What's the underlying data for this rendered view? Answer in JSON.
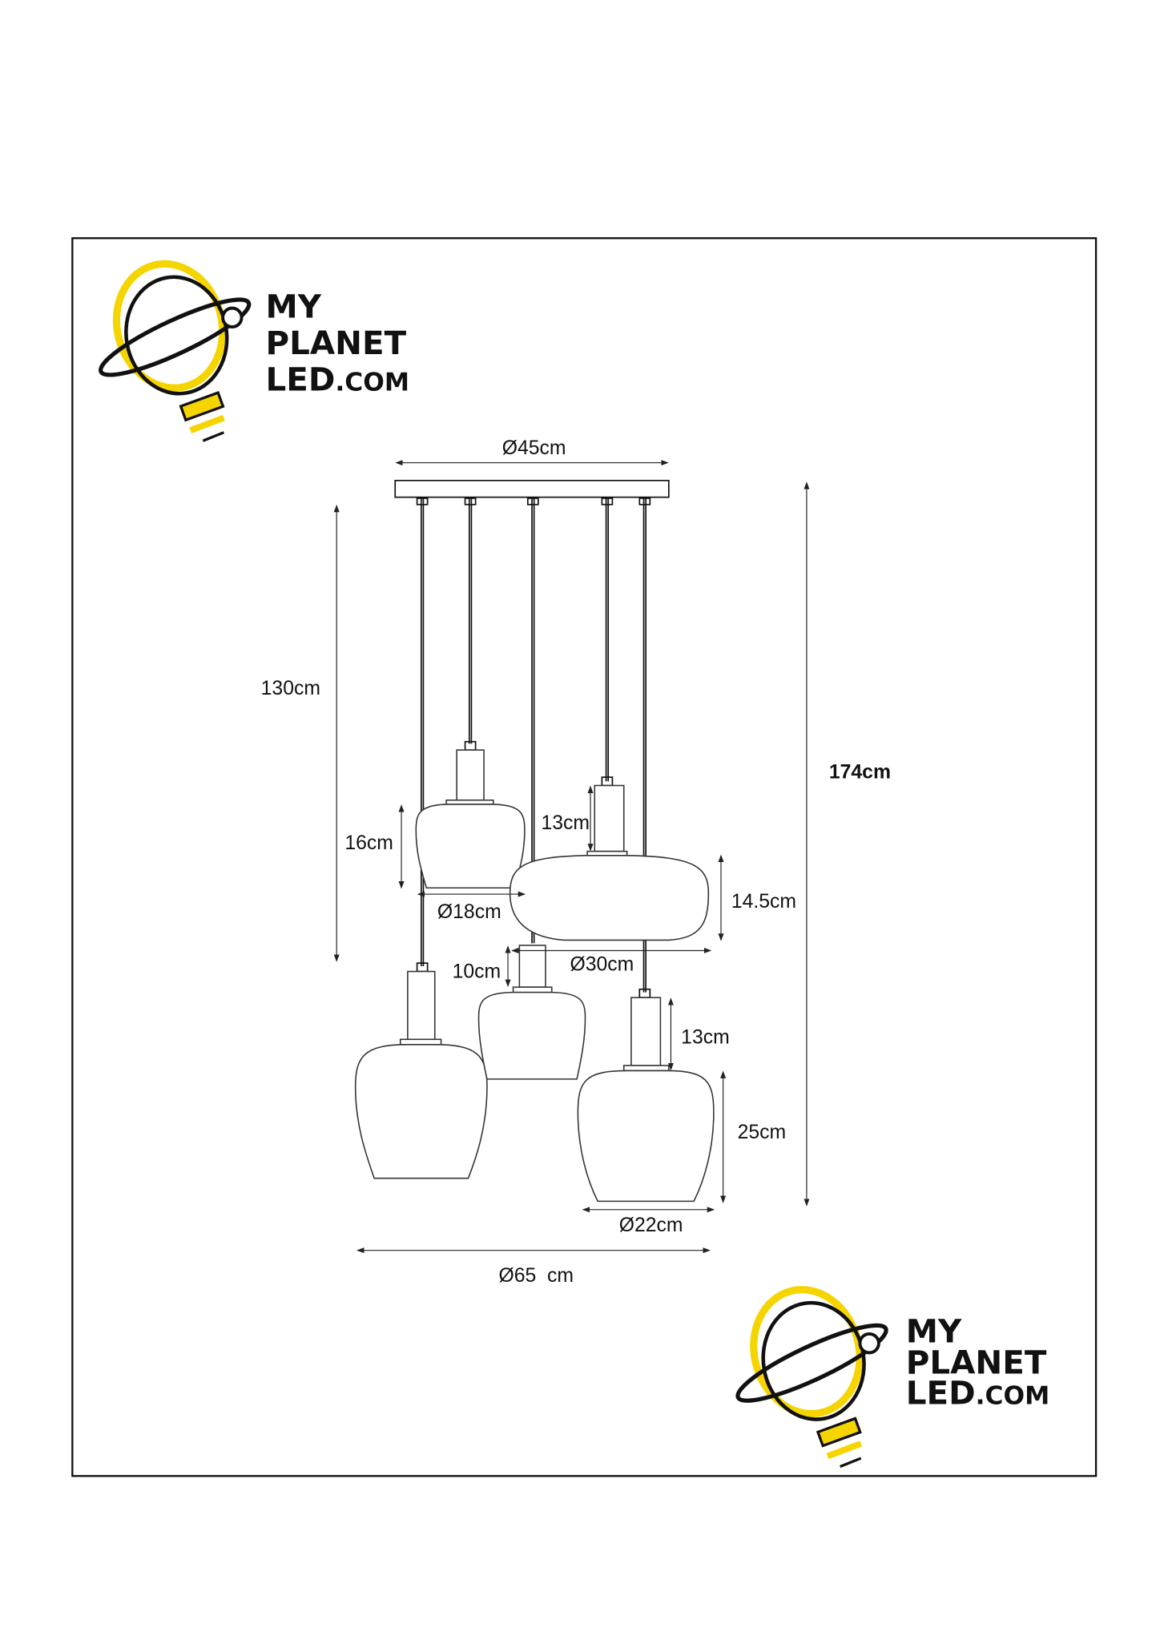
{
  "brand": {
    "line1": "MY",
    "line2": "PLANET",
    "line3_main": "LED",
    "line3_suffix": ".COM",
    "yellow": "#f5d400"
  },
  "dimensions": {
    "canopy_diameter": "Ø45cm",
    "cord_length": "130cm",
    "total_height": "174cm",
    "shade_a_height": "16cm",
    "shade_a_diameter": "Ø18cm",
    "socket_b_height": "13cm",
    "shade_b_height": "14.5cm",
    "shade_b_diameter": "Ø30cm",
    "socket_c_height": "10cm",
    "socket_e_height": "13cm",
    "shade_e_height": "25cm",
    "shade_e_diameter": "Ø22cm",
    "overall_diameter": "Ø65  cm"
  }
}
